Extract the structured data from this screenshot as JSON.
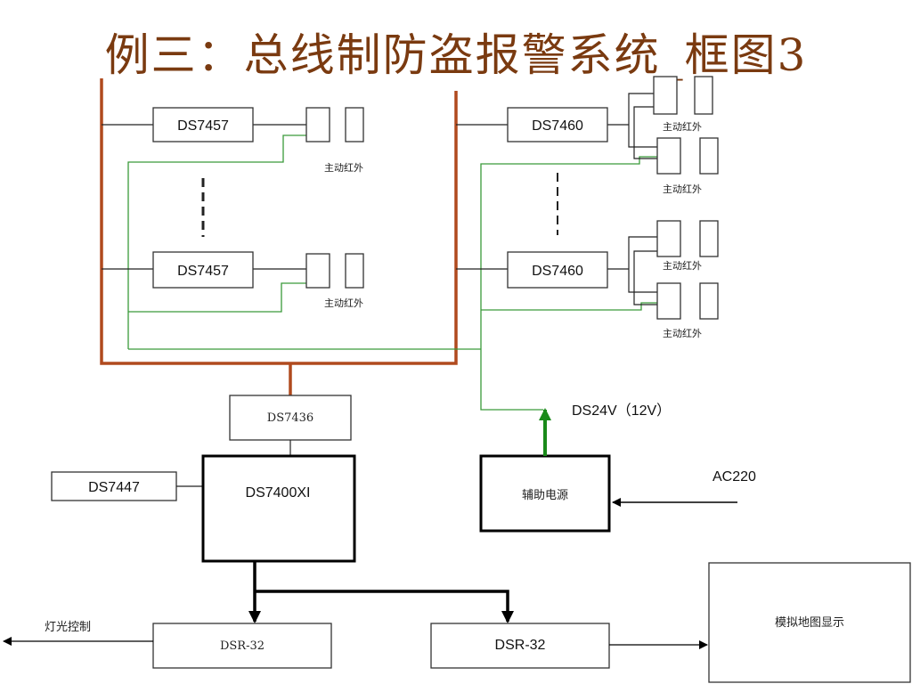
{
  "title": "例三：总线制防盗报警系统_框图3",
  "modules": {
    "ds7457_top": "DS7457",
    "ds7457_bottom": "DS7457",
    "ds7460_top": "DS7460",
    "ds7460_bottom": "DS7460",
    "ds7436": "DS7436",
    "ds7447": "DS7447",
    "ds7400xi": "DS7400XI",
    "aux_power": "辅助电源",
    "dsr32_left": "DSR-32",
    "dsr32_right": "DSR-32",
    "map_display": "模拟地图显示"
  },
  "sensor_label": "主动红外",
  "power_label": "DS24V（12V）",
  "ac_label": "AC220",
  "light_control": "灯光控制",
  "colors": {
    "bus": "#b04a1e",
    "power_line": "#3a9a3a",
    "title": "#7a3a10"
  }
}
